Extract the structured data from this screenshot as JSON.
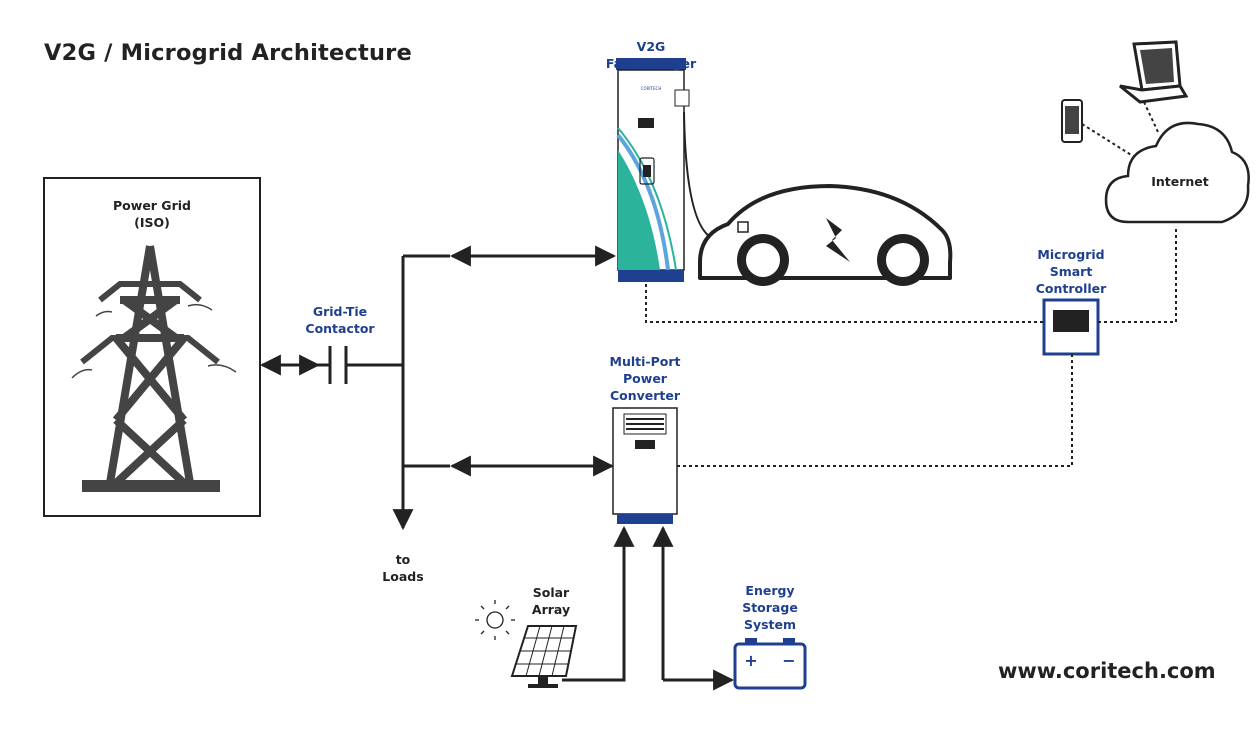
{
  "title": "V2G / Microgrid Architecture",
  "website": "www.coritech.com",
  "labels": {
    "power_grid": "Power Grid\n(ISO)",
    "grid_tie": "Grid-Tie\nContactor",
    "to_loads": "to\nLoads",
    "v2g_charger": "V2G\nFast Charger",
    "multi_port": "Multi-Port\nPower\nConverter",
    "controller": "Microgrid\nSmart\nController",
    "internet": "Internet",
    "solar": "Solar\nArray",
    "storage": "Energy\nStorage\nSystem"
  },
  "colors": {
    "brand_blue": "#1f3f8f",
    "line": "#222222",
    "teal": "#2bb39b",
    "light_blue": "#5aa6dc"
  },
  "battery_symbols": {
    "plus": "+",
    "minus": "−"
  }
}
